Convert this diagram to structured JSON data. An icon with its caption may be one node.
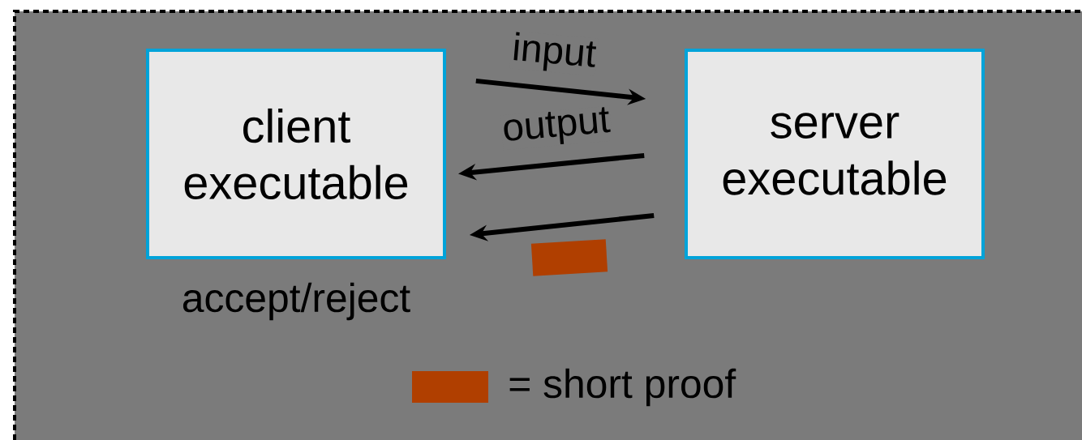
{
  "diagram": {
    "nodes": [
      {
        "text": [
          "client executable"
        ],
        "beside": [
          "accept/reject"
        ]
      },
      {
        "text": [
          "server executable"
        ]
      },
      {
        "text": [],
        "shape": "bar"
      }
    ],
    "edges": [
      {
        "from": 0,
        "to": 1,
        "arrow": "to",
        "label": "input"
      },
      {
        "from": 1,
        "to": 0,
        "arrow": "to",
        "label": "output"
      },
      {
        "from": 1,
        "to": 0,
        "arrow": "to"
      }
    ],
    "legend": [
      {
        "text": "= short proof",
        "color": "#b03f00"
      }
    ]
  }
}
